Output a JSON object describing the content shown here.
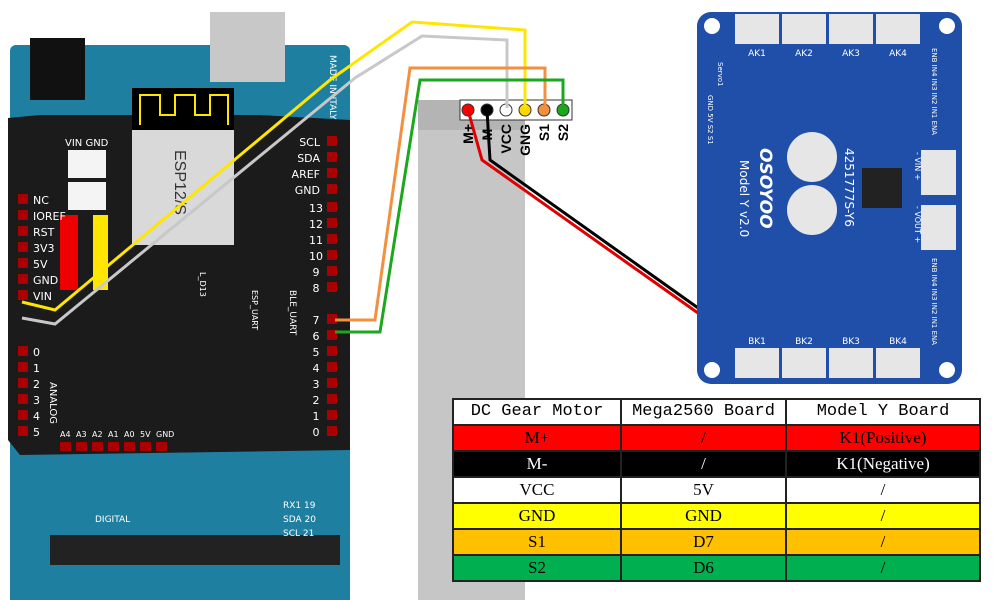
{
  "mega_board": {
    "made_in": "MADE IN ITALY",
    "module": "ESP12/S",
    "power_header": "VIN GND",
    "left_header": [
      "NC",
      "IOREF",
      "RST",
      "3V3",
      "5V",
      "GND",
      "VIN"
    ],
    "right_header_top": [
      "SCL",
      "SDA",
      "AREF",
      "GND"
    ],
    "digital_top": [
      "13",
      "12",
      "11",
      "10",
      "9",
      "8"
    ],
    "digital_bottom": [
      "7",
      "6",
      "5",
      "4",
      "3",
      "2",
      "1",
      "0"
    ],
    "analog_label": "ANALOG",
    "analog_pins": [
      "0",
      "1",
      "2",
      "3",
      "4",
      "5"
    ],
    "bottom_header": [
      "A4",
      "A3",
      "A2",
      "A1",
      "A0",
      "5V",
      "GND"
    ],
    "ble_uart": "BLE_UART",
    "esp_uart": "ESP_UART",
    "digital_label": "DIGITAL",
    "led": "L_D13",
    "i2c_pins": [
      "RX1 19",
      "SDA 20",
      "SCL 21"
    ]
  },
  "motor": {
    "pins": [
      {
        "label": "M+",
        "color": "#ff0000"
      },
      {
        "label": "M-",
        "color": "#000000"
      },
      {
        "label": "VCC",
        "color": "#ffffff"
      },
      {
        "label": "GNG",
        "color": "#ffd700"
      },
      {
        "label": "S1",
        "color": "#f39040"
      },
      {
        "label": "S2",
        "color": "#1ca81c"
      }
    ]
  },
  "model_y_board": {
    "brand": "OSOYOO",
    "model": "Model Y v2.0",
    "chip": "4251777S-Y6",
    "top_connectors": [
      "AK1",
      "AK2",
      "AK3",
      "AK4"
    ],
    "bottom_connectors": [
      "BK1",
      "BK2",
      "BK3",
      "BK4"
    ],
    "vin": "- VIN +",
    "vout": "- VOUT +",
    "control_pins": "ENB IN4 IN3 IN2 IN1 ENA",
    "servo": "Servo1",
    "servo_pins": "GND 5V S2 S1",
    "color": "#1f4fa8"
  },
  "table": {
    "headers": [
      "DC Gear Motor",
      "Mega2560 Board",
      "Model Y Board"
    ],
    "rows": [
      {
        "cells": [
          "M+",
          "/",
          "K1(Positive)"
        ],
        "bg": "#ff0000",
        "fg": "#000000"
      },
      {
        "cells": [
          "M-",
          "/",
          "K1(Negative)"
        ],
        "bg": "#000000",
        "fg": "#ffffff"
      },
      {
        "cells": [
          "VCC",
          "5V",
          "/"
        ],
        "bg": "#ffffff",
        "fg": "#000000"
      },
      {
        "cells": [
          "GND",
          "GND",
          "/"
        ],
        "bg": "#ffff00",
        "fg": "#000000"
      },
      {
        "cells": [
          "S1",
          "D7",
          "/"
        ],
        "bg": "#ffc000",
        "fg": "#000000"
      },
      {
        "cells": [
          "S2",
          "D6",
          "/"
        ],
        "bg": "#00b050",
        "fg": "#000000"
      }
    ]
  }
}
